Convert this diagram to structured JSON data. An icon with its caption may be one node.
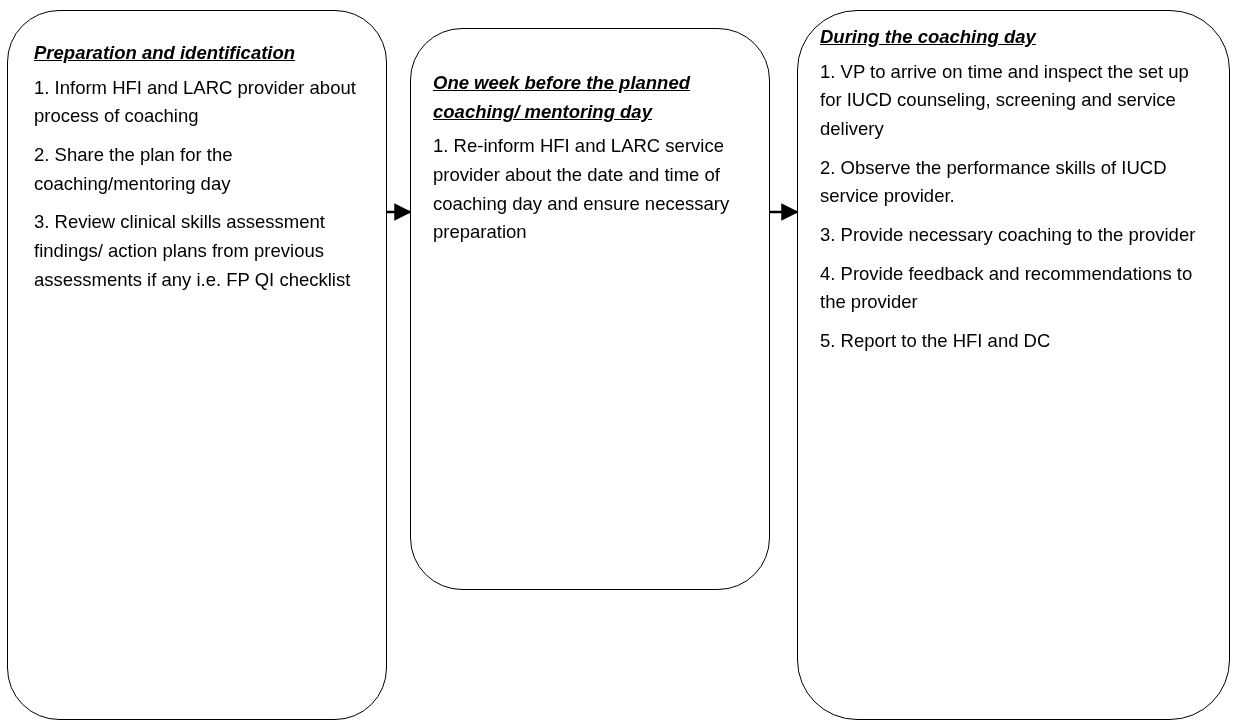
{
  "diagram": {
    "nodes": [
      {
        "text": [
          "Preparation and identification",
          "1. Inform HFI and LARC provider about process of coaching",
          "2. Share the plan for the coaching/mentoring day",
          "3. Review clinical skills assessment findings/ action plans from previous assessments if any i.e. FP QI checklist"
        ]
      },
      {
        "text": [
          "One week before the planned coaching/ mentoring day",
          "1. Re-inform HFI and LARC service provider about the date and time of coaching day and ensure necessary preparation"
        ]
      },
      {
        "text": [
          "During the coaching day",
          "1. VP to arrive on time and inspect the set up for IUCD counseling, screening and service delivery",
          "2. Observe the performance skills of IUCD service provider.",
          "3. Provide necessary coaching to the provider",
          "4. Provide feedback and recommendations to the provider",
          "5. Report to the HFI and DC"
        ]
      }
    ],
    "edges": [
      {
        "from": 0,
        "to": 1,
        "arrow": "to"
      },
      {
        "from": 1,
        "to": 2,
        "arrow": "to"
      }
    ]
  }
}
